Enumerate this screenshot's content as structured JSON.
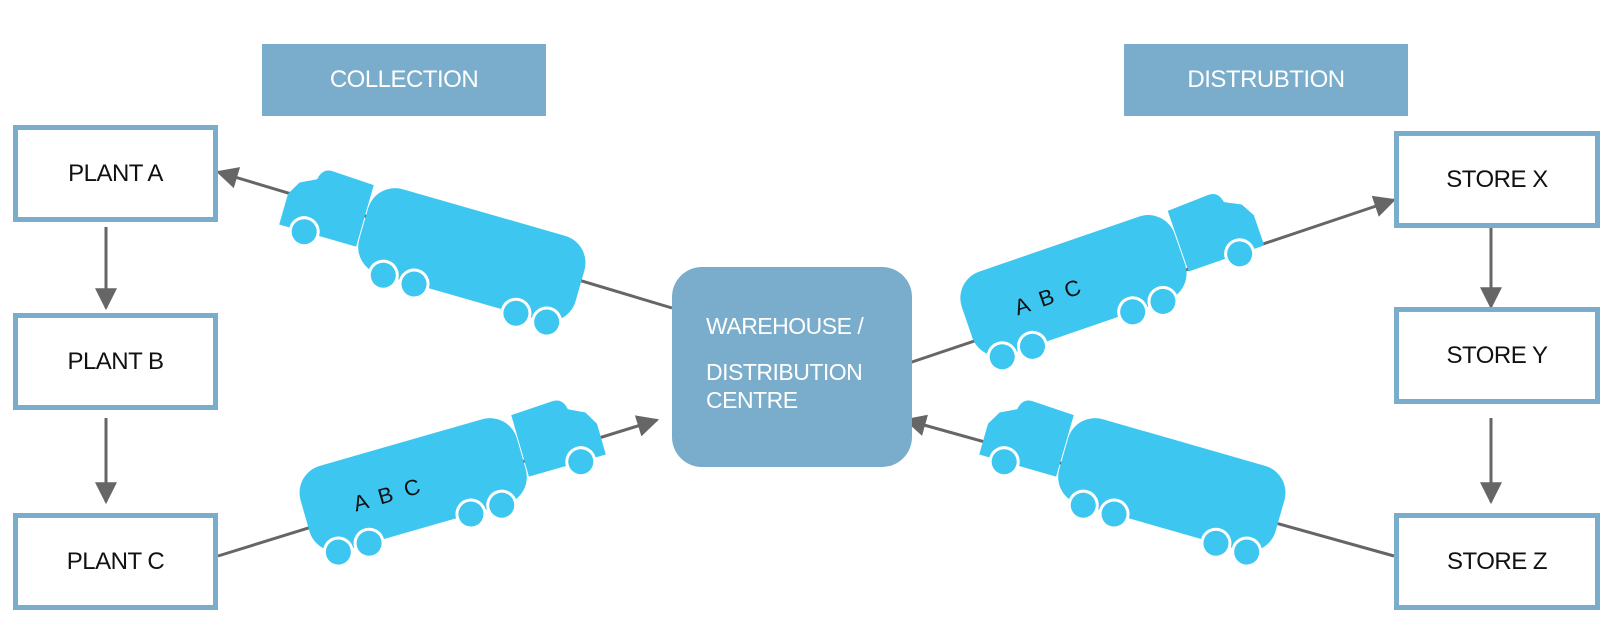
{
  "headers": {
    "collection": "COLLECTION",
    "distribution": "DISTRUBTION"
  },
  "plants": [
    "PLANT A",
    "PLANT B",
    "PLANT C"
  ],
  "stores": [
    "STORE X",
    "STORE Y",
    "STORE Z"
  ],
  "warehouse": {
    "line1": "WAREHOUSE /",
    "line2": "DISTRIBUTION",
    "line3": "CENTRE"
  },
  "truck_label": "A  B  C",
  "colors": {
    "box_border": "#7aadcb",
    "truck": "#3cc6f0",
    "arrow": "#666666",
    "header_bg": "#7aadcb"
  }
}
